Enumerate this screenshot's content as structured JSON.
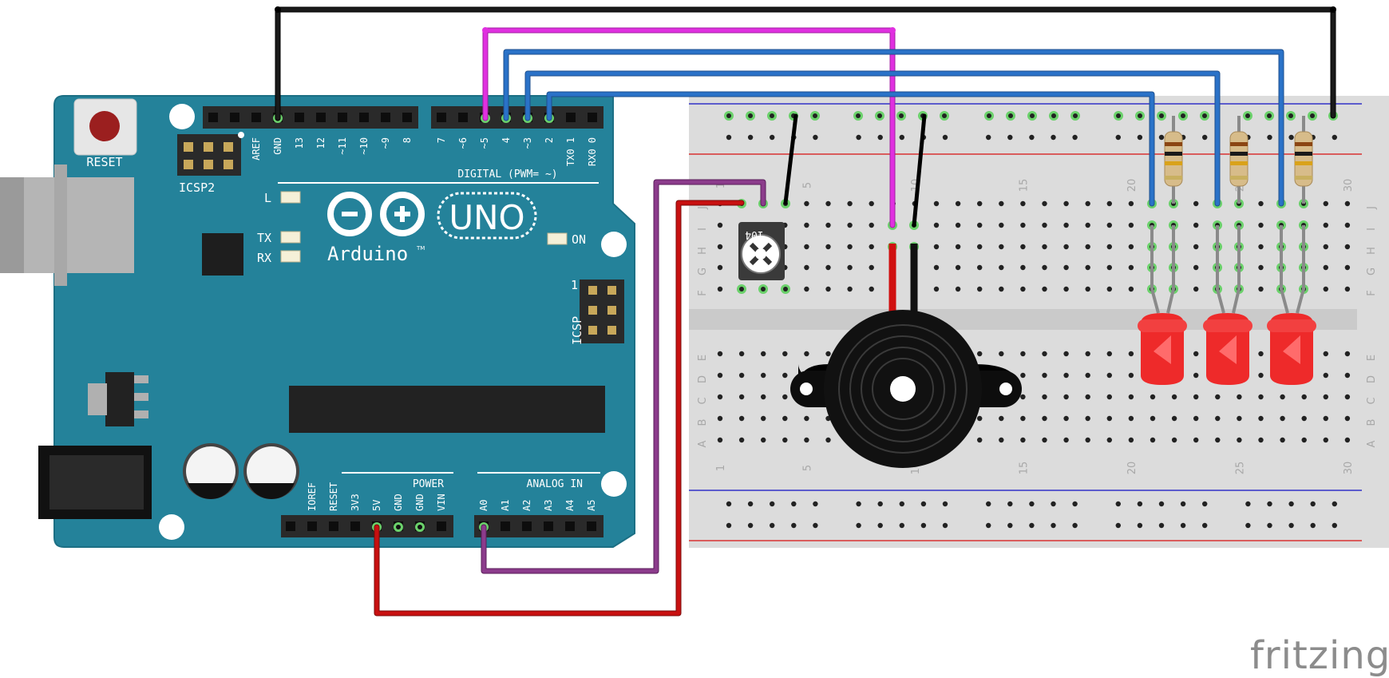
{
  "arduino": {
    "reset_label": "RESET",
    "icsp2_label": "ICSP2",
    "icsp_label": "ICSP",
    "icsp_pin1": "1",
    "led_l": "L",
    "led_tx": "TX",
    "led_rx": "RX",
    "led_on": "ON",
    "logo_uno": "UNO",
    "logo_arduino": "Arduino",
    "logo_tm": "TM",
    "digital_label": "DIGITAL (PWM= ~)",
    "power_label": "POWER",
    "analog_label": "ANALOG IN",
    "digital_pins_left": [
      "AREF",
      "GND",
      "13",
      "12",
      "~11",
      "~10",
      "~9",
      "8"
    ],
    "digital_pins_right": [
      "7",
      "~6",
      "~5",
      "4",
      "~3",
      "2",
      "TX0 1",
      "RX0 0"
    ],
    "power_pins": [
      "IOREF",
      "RESET",
      "3V3",
      "5V",
      "GND",
      "GND",
      "VIN"
    ],
    "analog_pins": [
      "A0",
      "A1",
      "A2",
      "A3",
      "A4",
      "A5"
    ]
  },
  "breadboard": {
    "row_labels_top": [
      "J",
      "I",
      "H",
      "G",
      "F"
    ],
    "row_labels_bottom": [
      "E",
      "D",
      "C",
      "B",
      "A"
    ],
    "column_numbers": [
      "1",
      "5",
      "10",
      "15",
      "20",
      "25",
      "30"
    ]
  },
  "components": {
    "pot_code": "104"
  },
  "watermark": "fritzing",
  "colors": {
    "board": "#24829a",
    "wire_black": "#1a1a1a",
    "wire_magenta": "#e030e0",
    "wire_blue": "#2a72c8",
    "wire_red": "#c81010",
    "wire_purple": "#8c3c8c",
    "led_red": "#ee2a2a",
    "rail_red": "#d83232",
    "rail_blue": "#3232c8"
  }
}
